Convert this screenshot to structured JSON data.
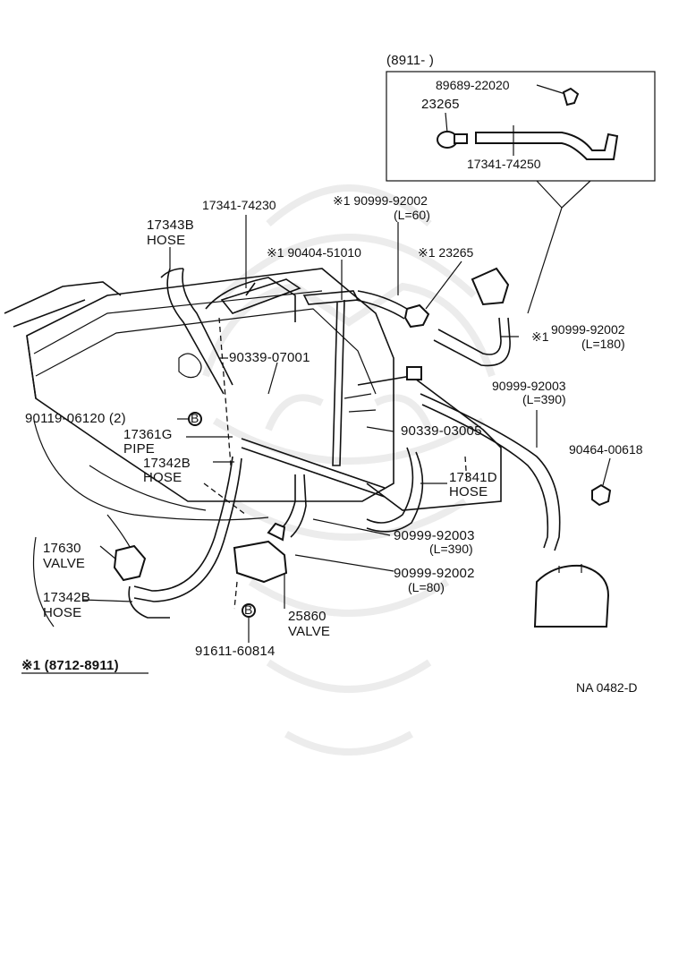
{
  "inset": {
    "heading": "(8911-        )",
    "parts": [
      "89689-22020",
      "23265",
      "17341-74250"
    ]
  },
  "labels": {
    "hose_17343b_num": "17343B",
    "hose_17343b_name": "HOSE",
    "hose_17341_74230": "17341-74230",
    "star1_90999_92002_top": "※1 90999-92002",
    "len_60": "(L=60)",
    "star1_90404_51010": "※1 90404-51010",
    "star1_23265": "※1 23265",
    "star1_90999_92002_right": "※1",
    "part_90999_92002_right": "90999-92002",
    "len_180": "(L=180)",
    "part_90339_07001": "90339-07001",
    "part_90999_92003_right": "90999-92003",
    "len_390_right": "(L=390)",
    "part_90119_06120": "90119-06120 (2)",
    "bolt_b_1": "B",
    "part_90339_03005": "90339-03005",
    "part_90464_00618": "90464-00618",
    "pipe_17361g_num": "17361G",
    "pipe_17361g_name": "PIPE",
    "hose_17342b_upper_num": "17342B",
    "hose_17342b_upper_name": "HOSE",
    "hose_17341d_num": "17341D",
    "hose_17341d_name": "HOSE",
    "part_90999_92003_mid": "90999-92003",
    "len_390_mid": "(L=390)",
    "valve_17630_num": "17630",
    "valve_17630_name": "VALVE",
    "part_90999_92002_mid": "90999-92002",
    "len_80": "(L=80)",
    "hose_17342b_lower_num": "17342B",
    "hose_17342b_lower_name": "HOSE",
    "valve_25860_num": "25860",
    "valve_25860_name": "VALVE",
    "bolt_b_2": "B",
    "part_91611_60814": "91611-60814",
    "footnote": "※1 (8712-8911)",
    "diagram_code": "NA 0482-D"
  }
}
